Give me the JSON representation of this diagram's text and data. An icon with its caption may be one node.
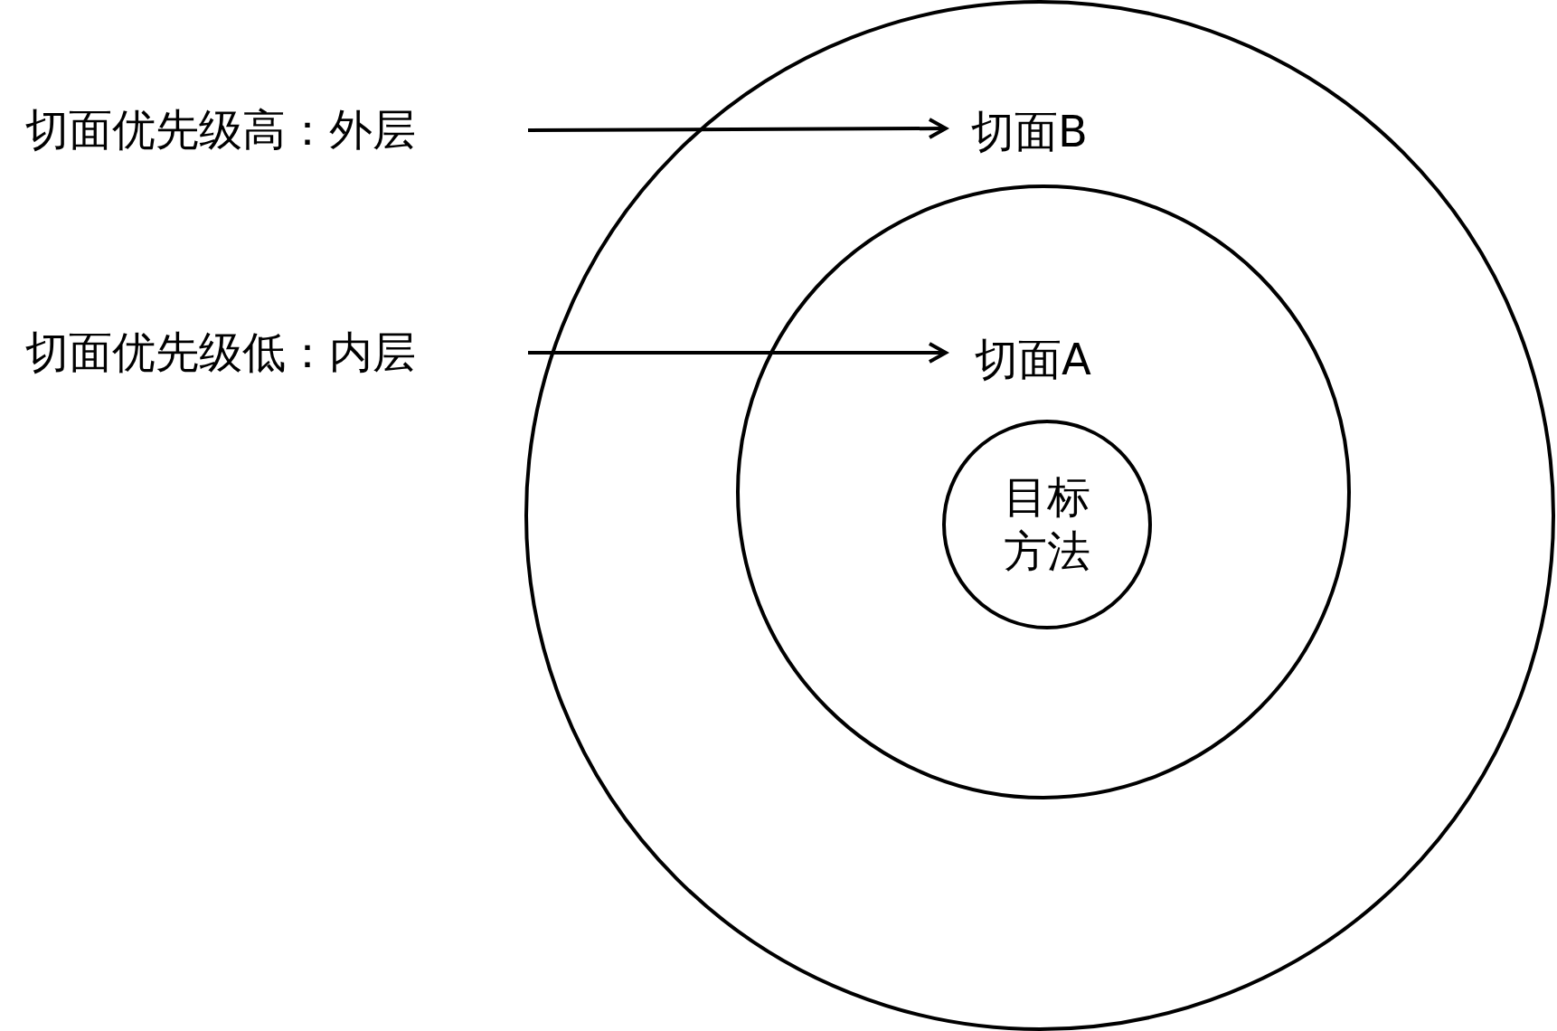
{
  "diagram": {
    "nodes": [
      {
        "text": [],
        "shape": "circle"
      },
      {
        "text": [
          "切面B"
        ],
        "in": 0
      },
      {
        "text": [],
        "shape": "circle",
        "in": 0
      },
      {
        "text": [
          "切面A"
        ],
        "in": 2
      },
      {
        "text": [
          "目标方法"
        ],
        "in": 2
      },
      {
        "text": [
          "切面优先级高：外层"
        ]
      },
      {
        "text": [
          "切面优先级低：内层"
        ]
      }
    ],
    "edges": [
      {
        "from": 5,
        "to": 1,
        "arrow": "to"
      },
      {
        "from": 6,
        "to": 3,
        "arrow": "to"
      }
    ]
  }
}
